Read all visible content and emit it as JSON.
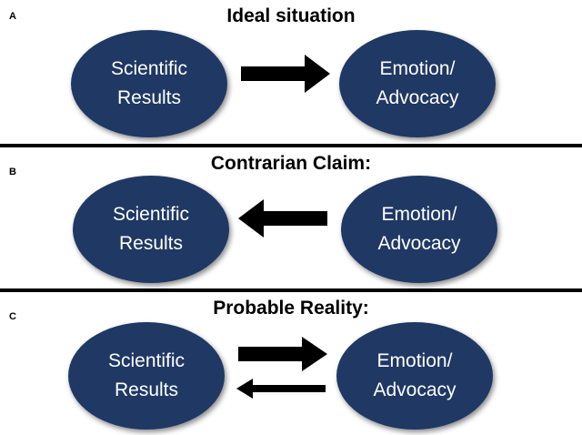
{
  "panel_a": {
    "letter": "A",
    "title": "Ideal situation",
    "left_oval": {
      "line1": "Scientific",
      "line2": "Results"
    },
    "right_oval": {
      "line1": "Emotion/",
      "line2": "Advocacy"
    }
  },
  "panel_b": {
    "letter": "B",
    "title": "Contrarian Claim:",
    "left_oval": {
      "line1": "Scientific",
      "line2": "Results"
    },
    "right_oval": {
      "line1": "Emotion/",
      "line2": "Advocacy"
    }
  },
  "panel_c": {
    "letter": "C",
    "title": "Probable Reality:",
    "left_oval": {
      "line1": "Scientific",
      "line2": "Results"
    },
    "right_oval": {
      "line1": "Emotion/",
      "line2": "Advocacy"
    }
  },
  "colors": {
    "oval_fill": "#1f3864",
    "arrow": "#000000"
  }
}
